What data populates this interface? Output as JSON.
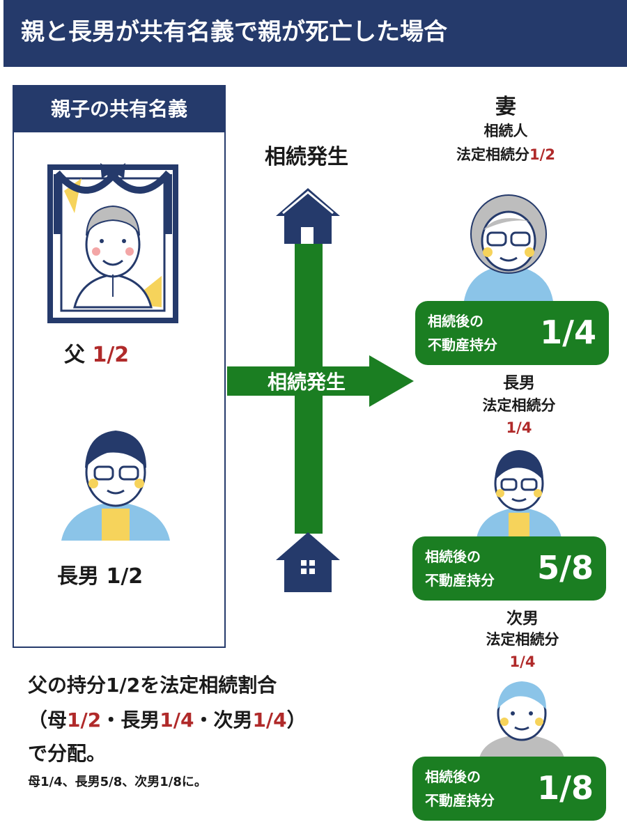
{
  "title": "親と長男が共有名義で親が死亡した場合",
  "co_ownership": {
    "heading": "親子の共有名義",
    "father_label": "父",
    "father_share": "1/2",
    "son_label": "長男",
    "son_share": "1/2"
  },
  "event": {
    "top_label": "相続発生",
    "arrow_label": "相続発生"
  },
  "heirs": [
    {
      "name": "妻",
      "role": "相続人",
      "legal_label": "法定相続分",
      "legal_share": "1/2",
      "card_line1": "相続後の",
      "card_line2": "不動産持分",
      "card_value": "1/4"
    },
    {
      "name": "長男",
      "legal_label": "法定相続分",
      "legal_share": "1/4",
      "card_line1": "相続後の",
      "card_line2": "不動産持分",
      "card_value": "5/8"
    },
    {
      "name": "次男",
      "legal_label": "法定相続分",
      "legal_share": "1/4",
      "card_line1": "相続後の",
      "card_line2": "不動産持分",
      "card_value": "1/8"
    }
  ],
  "summary": {
    "line1": "父の持分1/2を法定相続割合",
    "line2_open": "（母",
    "line2_mother": "1/2",
    "line2_sep1": "・長男",
    "line2_eldest": "1/4",
    "line2_sep2": "・次男",
    "line2_second": "1/4",
    "line2_close": "）",
    "line3": "で分配。",
    "note": "母1/4、長男5/8、次男1/8に。"
  },
  "colors": {
    "navy": "#253A6B",
    "green": "#1B7E22",
    "red": "#B02A2A"
  }
}
